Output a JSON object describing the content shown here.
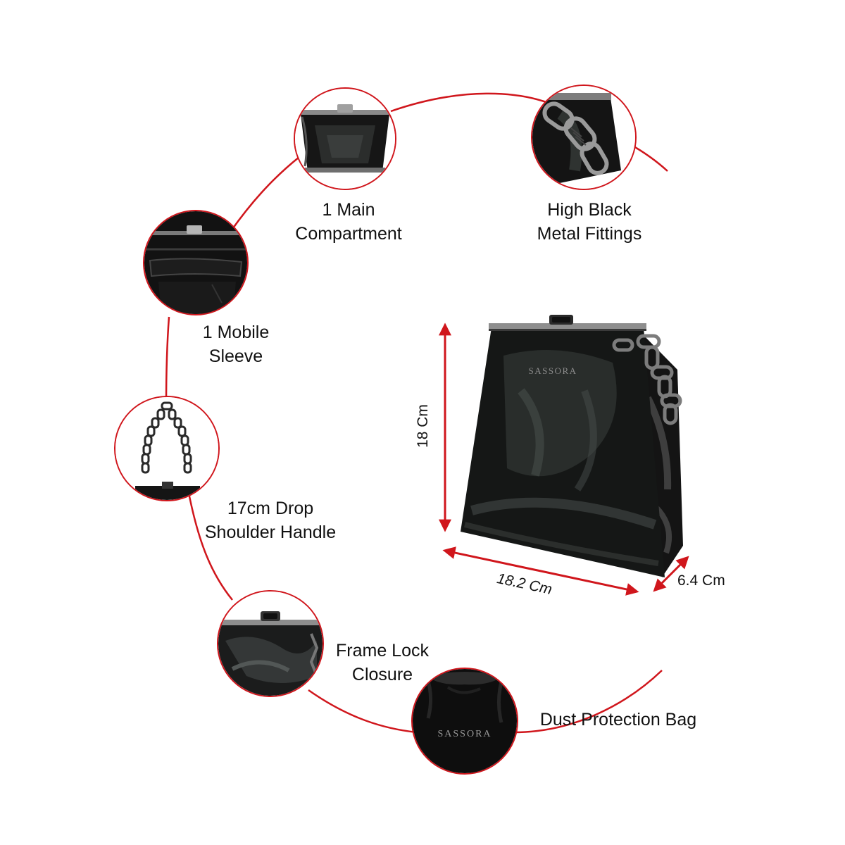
{
  "colors": {
    "accent": "#d0161c",
    "bag": "#111111",
    "text": "#111111",
    "background": "#ffffff"
  },
  "features": [
    {
      "id": "main-compartment",
      "line1": "1 Main",
      "line2": "Compartment"
    },
    {
      "id": "metal-fittings",
      "line1": "High Black",
      "line2": "Metal Fittings"
    },
    {
      "id": "mobile-sleeve",
      "line1": "1 Mobile",
      "line2": "Sleeve"
    },
    {
      "id": "shoulder-handle",
      "line1": "17cm Drop",
      "line2": "Shoulder Handle"
    },
    {
      "id": "frame-lock",
      "line1": "Frame Lock",
      "line2": "Closure"
    },
    {
      "id": "dust-bag",
      "line1": "Dust Protection Bag",
      "line2": ""
    }
  ],
  "product": {
    "brand_mark": "SASSORA",
    "dust_bag_brand": "SASSORA",
    "height_label": "18 Cm",
    "width_label": "18.2 Cm",
    "depth_label": "6.4 Cm"
  }
}
